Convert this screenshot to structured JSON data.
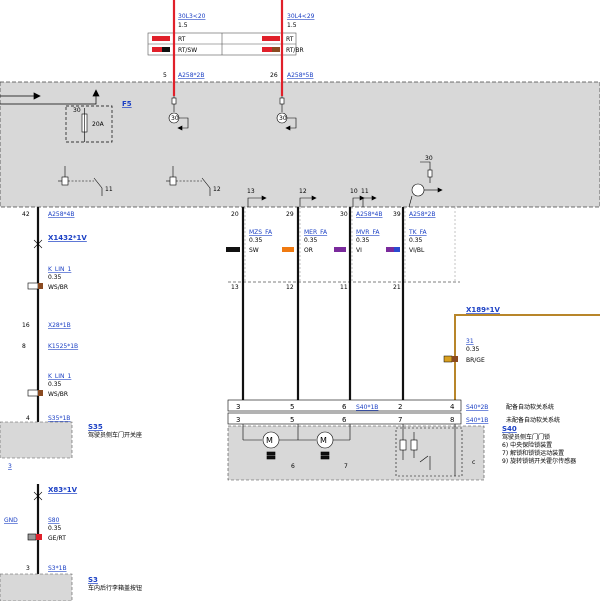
{
  "colors": {
    "red_wire": "#e0202a",
    "black_wire": "#111111",
    "module_fill": "#d8d8d8",
    "link": "#1a3fc4",
    "chip_sw": "#111111",
    "chip_or": "#f07a10",
    "chip_vi": "#7a2a9c",
    "chip_vibl": "#4a3aa8",
    "chip_wsbr": "#c9a27a",
    "chip_brge": "#d9a020",
    "chip_grrt": "#9a9a9a"
  },
  "top": {
    "wire_a": {
      "id": "30L3<20",
      "size": "1.5"
    },
    "wire_b": {
      "id": "30L4<29",
      "size": "1.5"
    },
    "legend": [
      {
        "color": "RT",
        "pair": "RT"
      },
      {
        "color": "RT/SW",
        "pair": "RT/BR"
      }
    ],
    "pin_a": "5",
    "conn_a": "A258*2B",
    "pin_b": "26",
    "conn_b": "A258*5B"
  },
  "module": {
    "fuse_label": "F5",
    "fuse_pin": "30",
    "fuse_rating": "20A",
    "relay_pin": "30",
    "relay_pin2": "30",
    "relay_marks": [
      "11",
      "12"
    ],
    "out_marks": [
      "13",
      "12",
      "10",
      "11"
    ]
  },
  "left": {
    "pin_top": "42",
    "conn_top": "A258*4B",
    "conn_x1432": "X1432*1V",
    "wire_klin1": {
      "id": "K_LIN_1",
      "size": "0.35",
      "color": "WS/BR"
    },
    "pin16": "16",
    "conn_x28": "X28*1B",
    "pin8": "8",
    "conn_x1525": "K1525*1B",
    "wire_klin2": {
      "id": "K_LIN_1",
      "size": "0.35",
      "color": "WS/BR"
    },
    "pin4": "4",
    "conn_s35": "S35*1B",
    "s35": {
      "id": "S35",
      "desc": "驾驶员侧车门开关座"
    },
    "stub": "3",
    "conn_x83": "X83*1V",
    "gnd": "GND",
    "wire_s80": {
      "id": "S80",
      "size": "0.35",
      "color": "GE/RT"
    },
    "pin3": "3",
    "conn_s3": "S3*1B",
    "s3": {
      "id": "S3",
      "desc": "车内后行李箱盖按钮"
    }
  },
  "outputs": [
    {
      "pin": "20",
      "id": "MZS_FA",
      "size": "0.35",
      "color": "SW",
      "bot": "13",
      "conn": ""
    },
    {
      "pin": "29",
      "id": "MER_FA",
      "size": "0.35",
      "color": "OR",
      "bot": "12",
      "conn": ""
    },
    {
      "pin": "30",
      "id": "MVR_FA",
      "size": "0.35",
      "color": "VI",
      "bot": "11",
      "conn": "A258*4B"
    },
    {
      "pin": "39",
      "id": "TK_FA",
      "size": "0.35",
      "color": "VI/BL",
      "bot": "21",
      "conn": "A258*2B"
    }
  ],
  "right": {
    "conn_x189": "X189*1V",
    "wire31": {
      "id": "31",
      "size": "0.35",
      "color": "BR/GE"
    }
  },
  "conn_rows": [
    {
      "cells": [
        "3",
        "5",
        "6",
        "2",
        "4"
      ],
      "link": "S40*1B",
      "link2": "S40*2B",
      "desc": "配备自动软关系统"
    },
    {
      "cells": [
        "3",
        "5",
        "6",
        "7",
        "8"
      ],
      "link": "",
      "link2": "S40*1B",
      "desc": "未配备自动软关系统"
    }
  ],
  "s40": {
    "id": "S40",
    "lines": [
      "驾驶员侧车门门锁",
      "6)   中央保险锁装置",
      "7)   解锁和锁锁运动装置",
      "9)   旋转锁销开关霍尔传感器"
    ],
    "motor_a": "6",
    "motor_b": "7",
    "block_c": "c"
  }
}
